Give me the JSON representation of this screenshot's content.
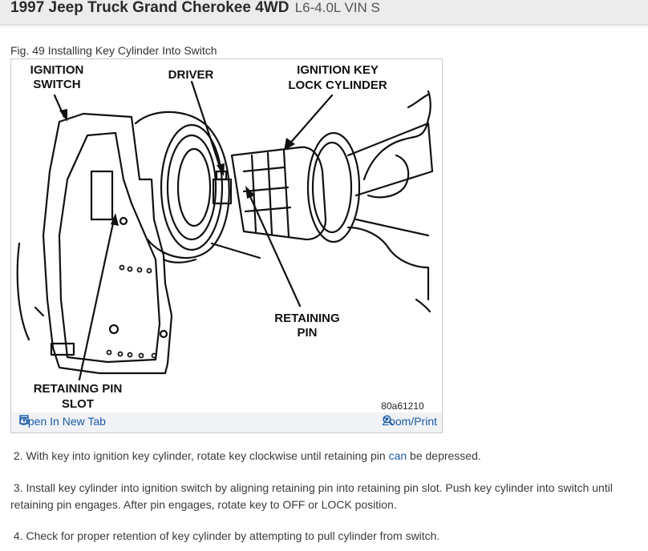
{
  "header": {
    "title": "1997 Jeep Truck Grand Cherokee 4WD",
    "subtitle": "L6-4.0L VIN S"
  },
  "figure": {
    "caption": "Fig. 49 Installing Key Cylinder Into Switch",
    "labels": {
      "ignition_switch_1": "IGNITION",
      "ignition_switch_2": "SWITCH",
      "driver": "DRIVER",
      "lock_cylinder_1": "IGNITION KEY",
      "lock_cylinder_2": "LOCK CYLINDER",
      "retaining_pin_1": "RETAINING",
      "retaining_pin_2": "PIN",
      "pin_slot_1": "RETAINING PIN",
      "pin_slot_2": "SLOT",
      "figure_code": "80a61210"
    },
    "open_tab_label": "Open In New Tab",
    "zoom_label": "Zoom/Print"
  },
  "steps": {
    "step2_before": "2. With key into ignition key cylinder, rotate key clockwise until retaining pin ",
    "step2_link": "can",
    "step2_after": " be depressed.",
    "step3": "3. Install key cylinder into ignition switch by aligning retaining pin into retaining pin slot. Push key cylinder into switch until retaining pin engages. After pin engages, rotate key to OFF or LOCK position.",
    "step4": "4. Check for proper retention of key cylinder by attempting to pull cylinder from switch."
  },
  "colors": {
    "link": "#1a5aa5",
    "header_bg": "#ececec",
    "toolbar_bg": "#f0f2f5"
  }
}
